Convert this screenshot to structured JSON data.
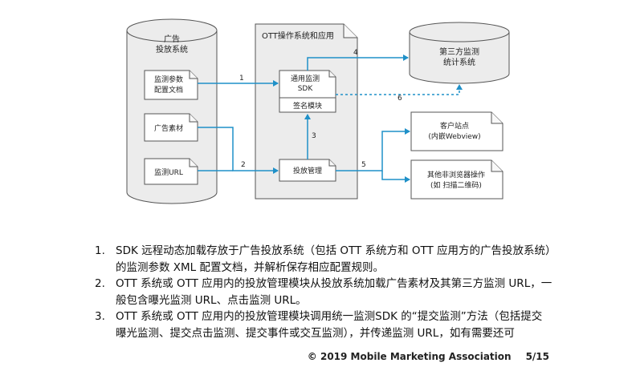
{
  "diagram": {
    "ad_system": "广告\n投放系统",
    "ad_params": "监测参数\n配置文档",
    "ad_material": "广告素材",
    "ad_url": "监测URL",
    "ott": "OTT操作系统和应用",
    "sdk": "通用监测\nSDK",
    "sign": "签名模块",
    "delivery": "投放管理",
    "third_party": "第三方监测\n统计系统",
    "client_site": "客户站点\n(内嵌Webview)",
    "other_ops": "其他非浏览器操作\n(如 扫描二维码)",
    "arrows": {
      "a1": "1",
      "a2": "2",
      "a3": "3",
      "a4": "4",
      "a5": "5",
      "a6": "6"
    }
  },
  "list": [
    {
      "num": "1.",
      "text": "SDK 远程动态加载存放于广告投放系统（包括 OTT 系统方和 OTT 应用方的广告投放系统）的监测参数 XML 配置文档，并解析保存相应配置规则。"
    },
    {
      "num": "2.",
      "text": "OTT 系统或 OTT 应用内的投放管理模块从投放系统加载广告素材及其第三方监测 URL，一般包含曝光监测 URL、点击监测 URL。"
    },
    {
      "num": "3.",
      "text": "OTT 系统或 OTT 应用内的投放管理模块调用统一监测SDK 的“提交监测”方法（包括提交曝光监测、提交点击监测、提交事件或交互监测），并传递监测 URL，如有需要还可"
    }
  ],
  "footer": {
    "copyright": "© 2019 Mobile Marketing Association",
    "page": "5/15"
  }
}
